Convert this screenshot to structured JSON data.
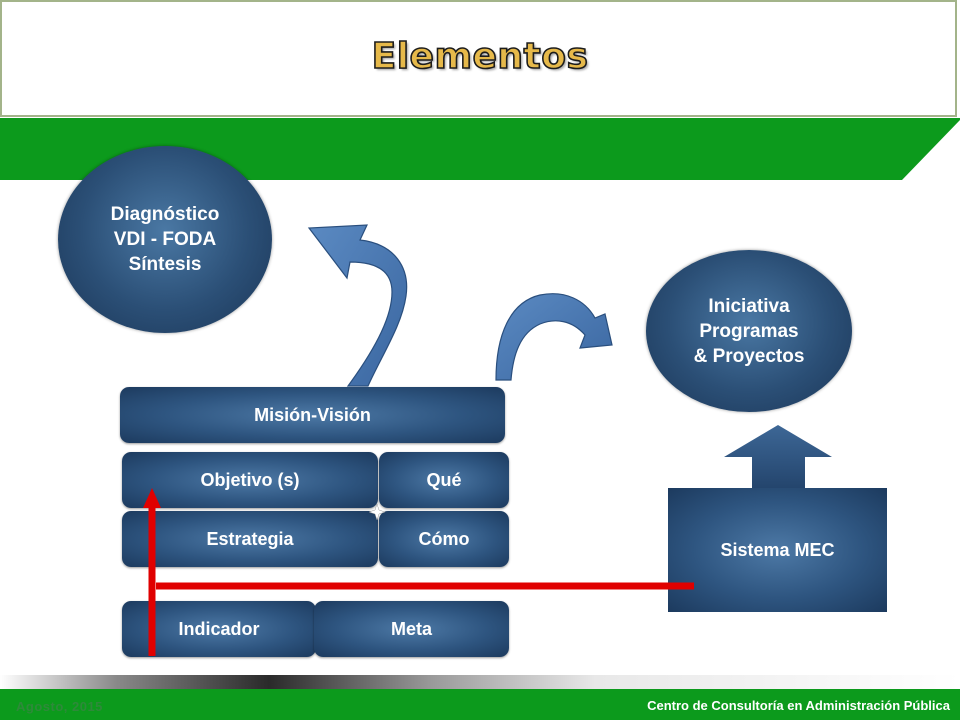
{
  "title": "Elementos",
  "colors": {
    "title_fill": "#e6b94a",
    "green": "#0c9a1c",
    "node_blue": "#2e5580",
    "arrow_blue": "#4a78b4",
    "red": "#e00000"
  },
  "nodes": {
    "diagnostico": [
      "Diagnóstico",
      "VDI - FODA",
      "Síntesis"
    ],
    "iniciativa": [
      "Iniciativa",
      "Programas",
      "& Proyectos"
    ],
    "mision_vision": "Misión-Visión",
    "objetivo": "Objetivo (s)",
    "que": "Qué",
    "estrategia": "Estrategia",
    "como": "Cómo",
    "indicador": "Indicador",
    "meta": "Meta",
    "sistema": "Sistema MEC"
  },
  "footer": {
    "date": "Agosto, 2015",
    "organization": "Centro de Consultoría en Administración Pública"
  }
}
